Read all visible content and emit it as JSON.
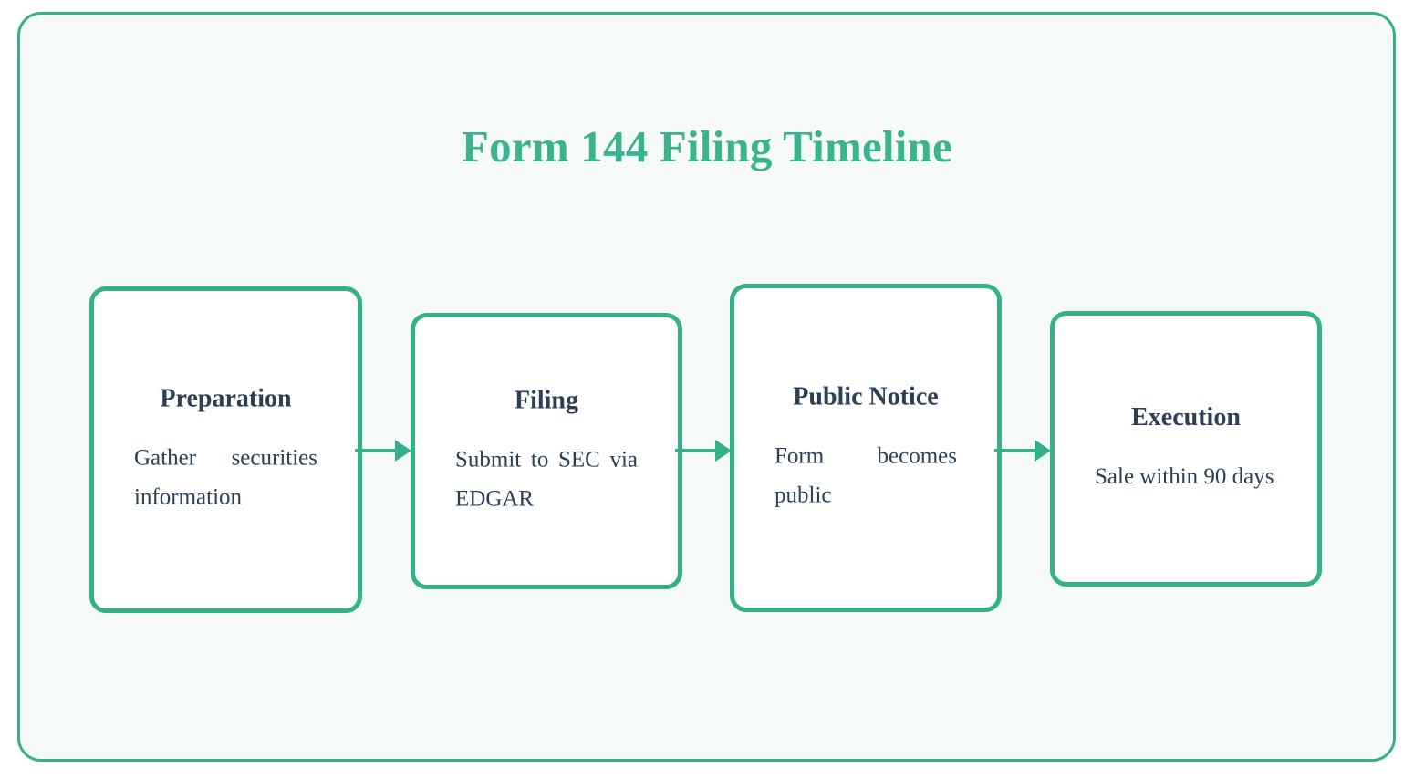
{
  "diagram": {
    "title": "Form 144 Filing Timeline",
    "title_color": "#3bb48d",
    "panel_background": "#f5faf8",
    "panel_border_color": "#35b189",
    "node_border_color": "#35b189",
    "node_background": "#ffffff",
    "text_color": "#2b3f55",
    "connector_color": "#35b189",
    "nodes": [
      {
        "id": "preparation",
        "title": "Preparation",
        "description": "Gather securities information"
      },
      {
        "id": "filing",
        "title": "Filing",
        "description": "Submit to SEC via EDGAR"
      },
      {
        "id": "public-notice",
        "title": "Public Notice",
        "description": "Form becomes public"
      },
      {
        "id": "execution",
        "title": "Execution",
        "description": "Sale within 90 days"
      }
    ],
    "connectors": [
      {
        "from": "preparation",
        "to": "filing",
        "icon": "arrow-right-icon"
      },
      {
        "from": "filing",
        "to": "public-notice",
        "icon": "arrow-right-icon"
      },
      {
        "from": "public-notice",
        "to": "execution",
        "icon": "arrow-right-icon"
      }
    ]
  }
}
